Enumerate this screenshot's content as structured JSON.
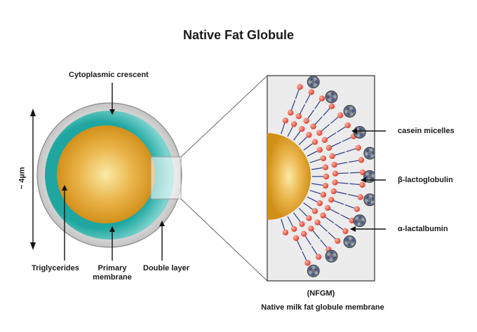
{
  "title": "Native Fat Globule",
  "labels": {
    "cytoplasmic_crescent": "Cytoplasmic crescent",
    "size": "~ 4µm",
    "triglycerides": "Triglycerides",
    "primary_membrane_line1": "Primary",
    "primary_membrane_line2": "membrane",
    "double_layer": "Double layer",
    "casein_micelles": "casein micelles",
    "beta_lactoglobulin": "β-lactoglobulin",
    "alpha_lactalbumin": "α-lactalbumin",
    "nfgm_abbrev": "(NFGM)",
    "nfgm_full": "Native milk fat globule membrane"
  },
  "colors": {
    "core_center": "#f8df8a",
    "core_edge": "#d89a1f",
    "crescent": "#2bb3ad",
    "crescent_light": "#bfe9e5",
    "outer_ring": "#d6d6d6",
    "lipid_head": "#ec5a48",
    "lipid_tail": "#2a3c8c",
    "protein": "#6f7680",
    "panel_bg": "#ececec"
  }
}
